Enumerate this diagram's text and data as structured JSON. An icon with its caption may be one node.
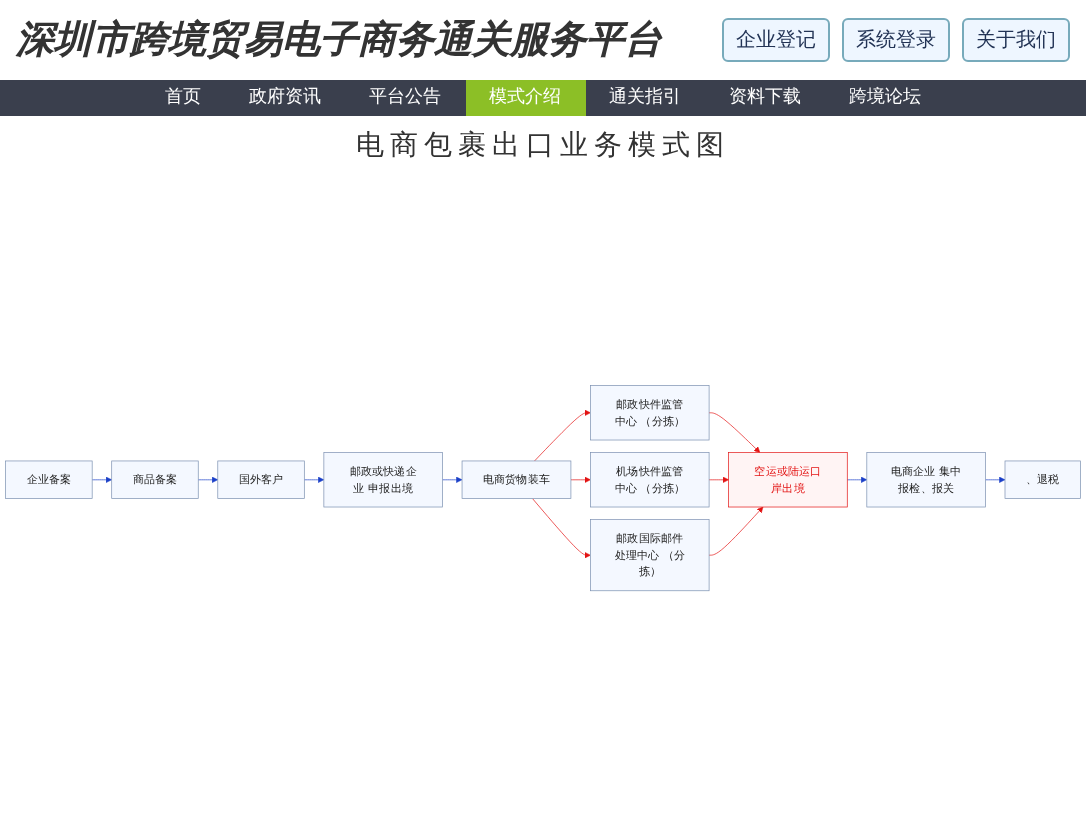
{
  "diagram": {
    "title": "电商包裹出口业务模式图",
    "nodes": [
      {
        "text": [
          "企业备案"
        ]
      },
      {
        "text": [
          "商品备案"
        ]
      },
      {
        "text": [
          "国外客户"
        ]
      },
      {
        "text": [
          "机场快件监管中心 （分拣）"
        ]
      },
      {
        "text": [
          "、退税"
        ]
      },
      {
        "text": [
          "电商企业 集中报检、报关"
        ]
      },
      {
        "text": [
          "空运或陆运口岸出境"
        ]
      },
      {
        "text": [
          "邮政快件监管中心 （分拣）"
        ]
      },
      {
        "text": [
          "电商货物装车"
        ]
      },
      {
        "text": [
          "邮政或快递企业 申报出境"
        ]
      },
      {
        "text": [
          "邮政国际邮件处理中心 （分拣）"
        ]
      }
    ],
    "edges": [
      {
        "from": 0,
        "to": 1,
        "arrow": "to",
        "color": "#1a3fc8"
      },
      {
        "from": 1,
        "to": 2,
        "arrow": "to",
        "color": "#1a3fc8"
      },
      {
        "from": 2,
        "to": 9,
        "arrow": "to",
        "color": "#1a3fc8"
      },
      {
        "from": 9,
        "to": 8,
        "arrow": "to",
        "color": "#1a3fc8"
      },
      {
        "from": 8,
        "to": 7,
        "arrow": "to",
        "color": "#e31313"
      },
      {
        "from": 7,
        "to": 6,
        "arrow": "to",
        "color": "#e31313"
      },
      {
        "from": 8,
        "to": 3,
        "arrow": "to",
        "color": "#e31313"
      },
      {
        "from": 3,
        "to": 6,
        "arrow": "to",
        "color": "#e31313"
      },
      {
        "from": 8,
        "to": 10,
        "arrow": "to",
        "color": "#e31313"
      },
      {
        "from": 10,
        "to": 6,
        "arrow": "to",
        "color": "#e31313"
      },
      {
        "from": 6,
        "to": 5,
        "arrow": "to",
        "color": "#1a3fc8"
      },
      {
        "from": 5,
        "to": 4,
        "arrow": "to",
        "color": "#1a3fc8"
      }
    ],
    "labels": [
      "深圳市跨境贸易电子商务通关服务平台",
      "企业登记",
      "系统登录",
      "关于我们",
      "首页",
      "政府资讯",
      "平台公告",
      "模式介绍",
      "通关指引",
      "资料下载",
      "跨境论坛"
    ]
  }
}
